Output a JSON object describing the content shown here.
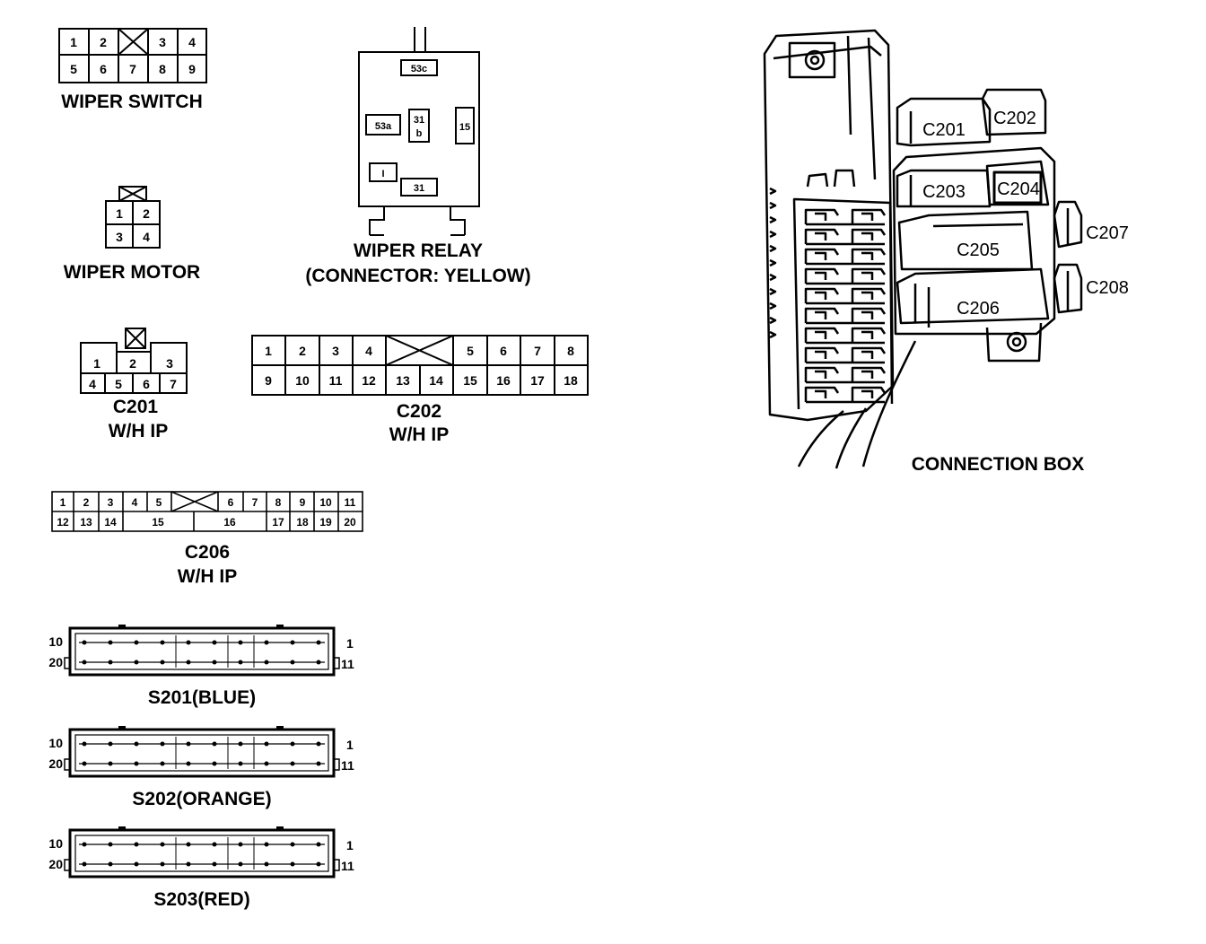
{
  "wiper_switch": {
    "caption": "WIPER SWITCH",
    "top_row": [
      "1",
      "2",
      "",
      "3",
      "4"
    ],
    "bottom_row": [
      "5",
      "6",
      "7",
      "8",
      "9"
    ]
  },
  "wiper_motor": {
    "caption": "WIPER MOTOR",
    "rows": [
      [
        "1",
        "2"
      ],
      [
        "3",
        "4"
      ]
    ]
  },
  "wiper_relay": {
    "caption_line1": "WIPER RELAY",
    "caption_line2": "(CONNECTOR: YELLOW)",
    "terminals": [
      "53c",
      "53a",
      "31",
      "b",
      "15",
      "I",
      "31"
    ]
  },
  "c201": {
    "caption_line1": "C201",
    "caption_line2": "W/H IP",
    "top_row": [
      "1",
      "2",
      "3"
    ],
    "bottom_row": [
      "4",
      "5",
      "6",
      "7"
    ]
  },
  "c202": {
    "caption_line1": "C202",
    "caption_line2": "W/H IP",
    "top_row": [
      "1",
      "2",
      "3",
      "4",
      "",
      "5",
      "6",
      "7",
      "8"
    ],
    "bottom_row": [
      "9",
      "10",
      "11",
      "12",
      "13",
      "14",
      "15",
      "16",
      "17",
      "18"
    ]
  },
  "c206": {
    "caption_line1": "C206",
    "caption_line2": "W/H IP",
    "top_row": [
      "1",
      "2",
      "3",
      "4",
      "5",
      "",
      "6",
      "7",
      "8",
      "9",
      "10",
      "11"
    ],
    "bottom_row": [
      "12",
      "13",
      "14",
      "15",
      "16",
      "17",
      "18",
      "19",
      "20"
    ]
  },
  "splices": [
    {
      "caption": "S201(BLUE)",
      "left_top": "10",
      "left_bottom": "20",
      "right_top": "1",
      "right_bottom": "11"
    },
    {
      "caption": "S202(ORANGE)",
      "left_top": "10",
      "left_bottom": "20",
      "right_top": "1",
      "right_bottom": "11"
    },
    {
      "caption": "S203(RED)",
      "left_top": "10",
      "left_bottom": "20",
      "right_top": "1",
      "right_bottom": "11"
    }
  ],
  "connection_box": {
    "caption": "CONNECTION BOX",
    "connectors": [
      "C201",
      "C202",
      "C203",
      "C204",
      "C205",
      "C206",
      "C207",
      "C208"
    ]
  }
}
